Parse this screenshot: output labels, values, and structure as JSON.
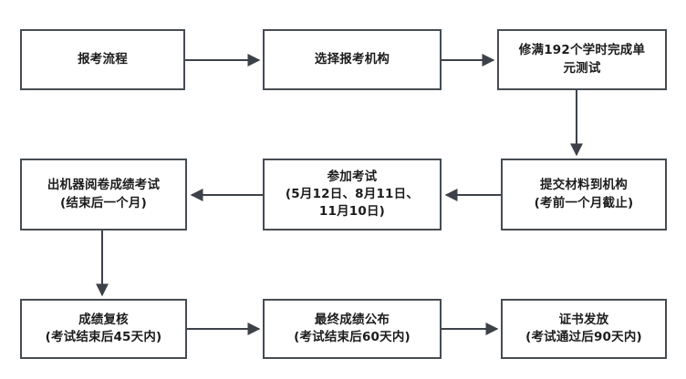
{
  "diagram": {
    "type": "flowchart",
    "title": "报考流程",
    "colors": {
      "box_border": "#474c52",
      "box_fill": "#ffffff",
      "text": "#1c1c1c",
      "connector": "#3d4248",
      "background": "#ffffff"
    },
    "nodes": [
      {
        "id": "apply-process",
        "label": "报考流程"
      },
      {
        "id": "select-org",
        "label": "选择报考机构"
      },
      {
        "id": "credit-hours",
        "label": "修满192个学时完成单\n元测试"
      },
      {
        "id": "submit-material",
        "label": "提交材料到机构\n(考前一个月截止)"
      },
      {
        "id": "take-exam",
        "label": "参加考试\n(5月12日、8月11日、\n11月10日)"
      },
      {
        "id": "machine-score",
        "label": "出机器阅卷成绩考试\n(结束后一个月)"
      },
      {
        "id": "score-review",
        "label": "成绩复核\n(考试结束后45天内)"
      },
      {
        "id": "final-score",
        "label": "最终成绩公布\n(考试结束后60天内)"
      },
      {
        "id": "certificate",
        "label": "证书发放\n(考试通过后90天内)"
      }
    ],
    "edges": [
      {
        "from": "apply-process",
        "to": "select-org",
        "direction": "right"
      },
      {
        "from": "select-org",
        "to": "credit-hours",
        "direction": "right"
      },
      {
        "from": "credit-hours",
        "to": "submit-material",
        "direction": "down"
      },
      {
        "from": "submit-material",
        "to": "take-exam",
        "direction": "left"
      },
      {
        "from": "take-exam",
        "to": "machine-score",
        "direction": "left"
      },
      {
        "from": "machine-score",
        "to": "score-review",
        "direction": "down"
      },
      {
        "from": "score-review",
        "to": "final-score",
        "direction": "right"
      },
      {
        "from": "final-score",
        "to": "certificate",
        "direction": "right"
      }
    ]
  }
}
